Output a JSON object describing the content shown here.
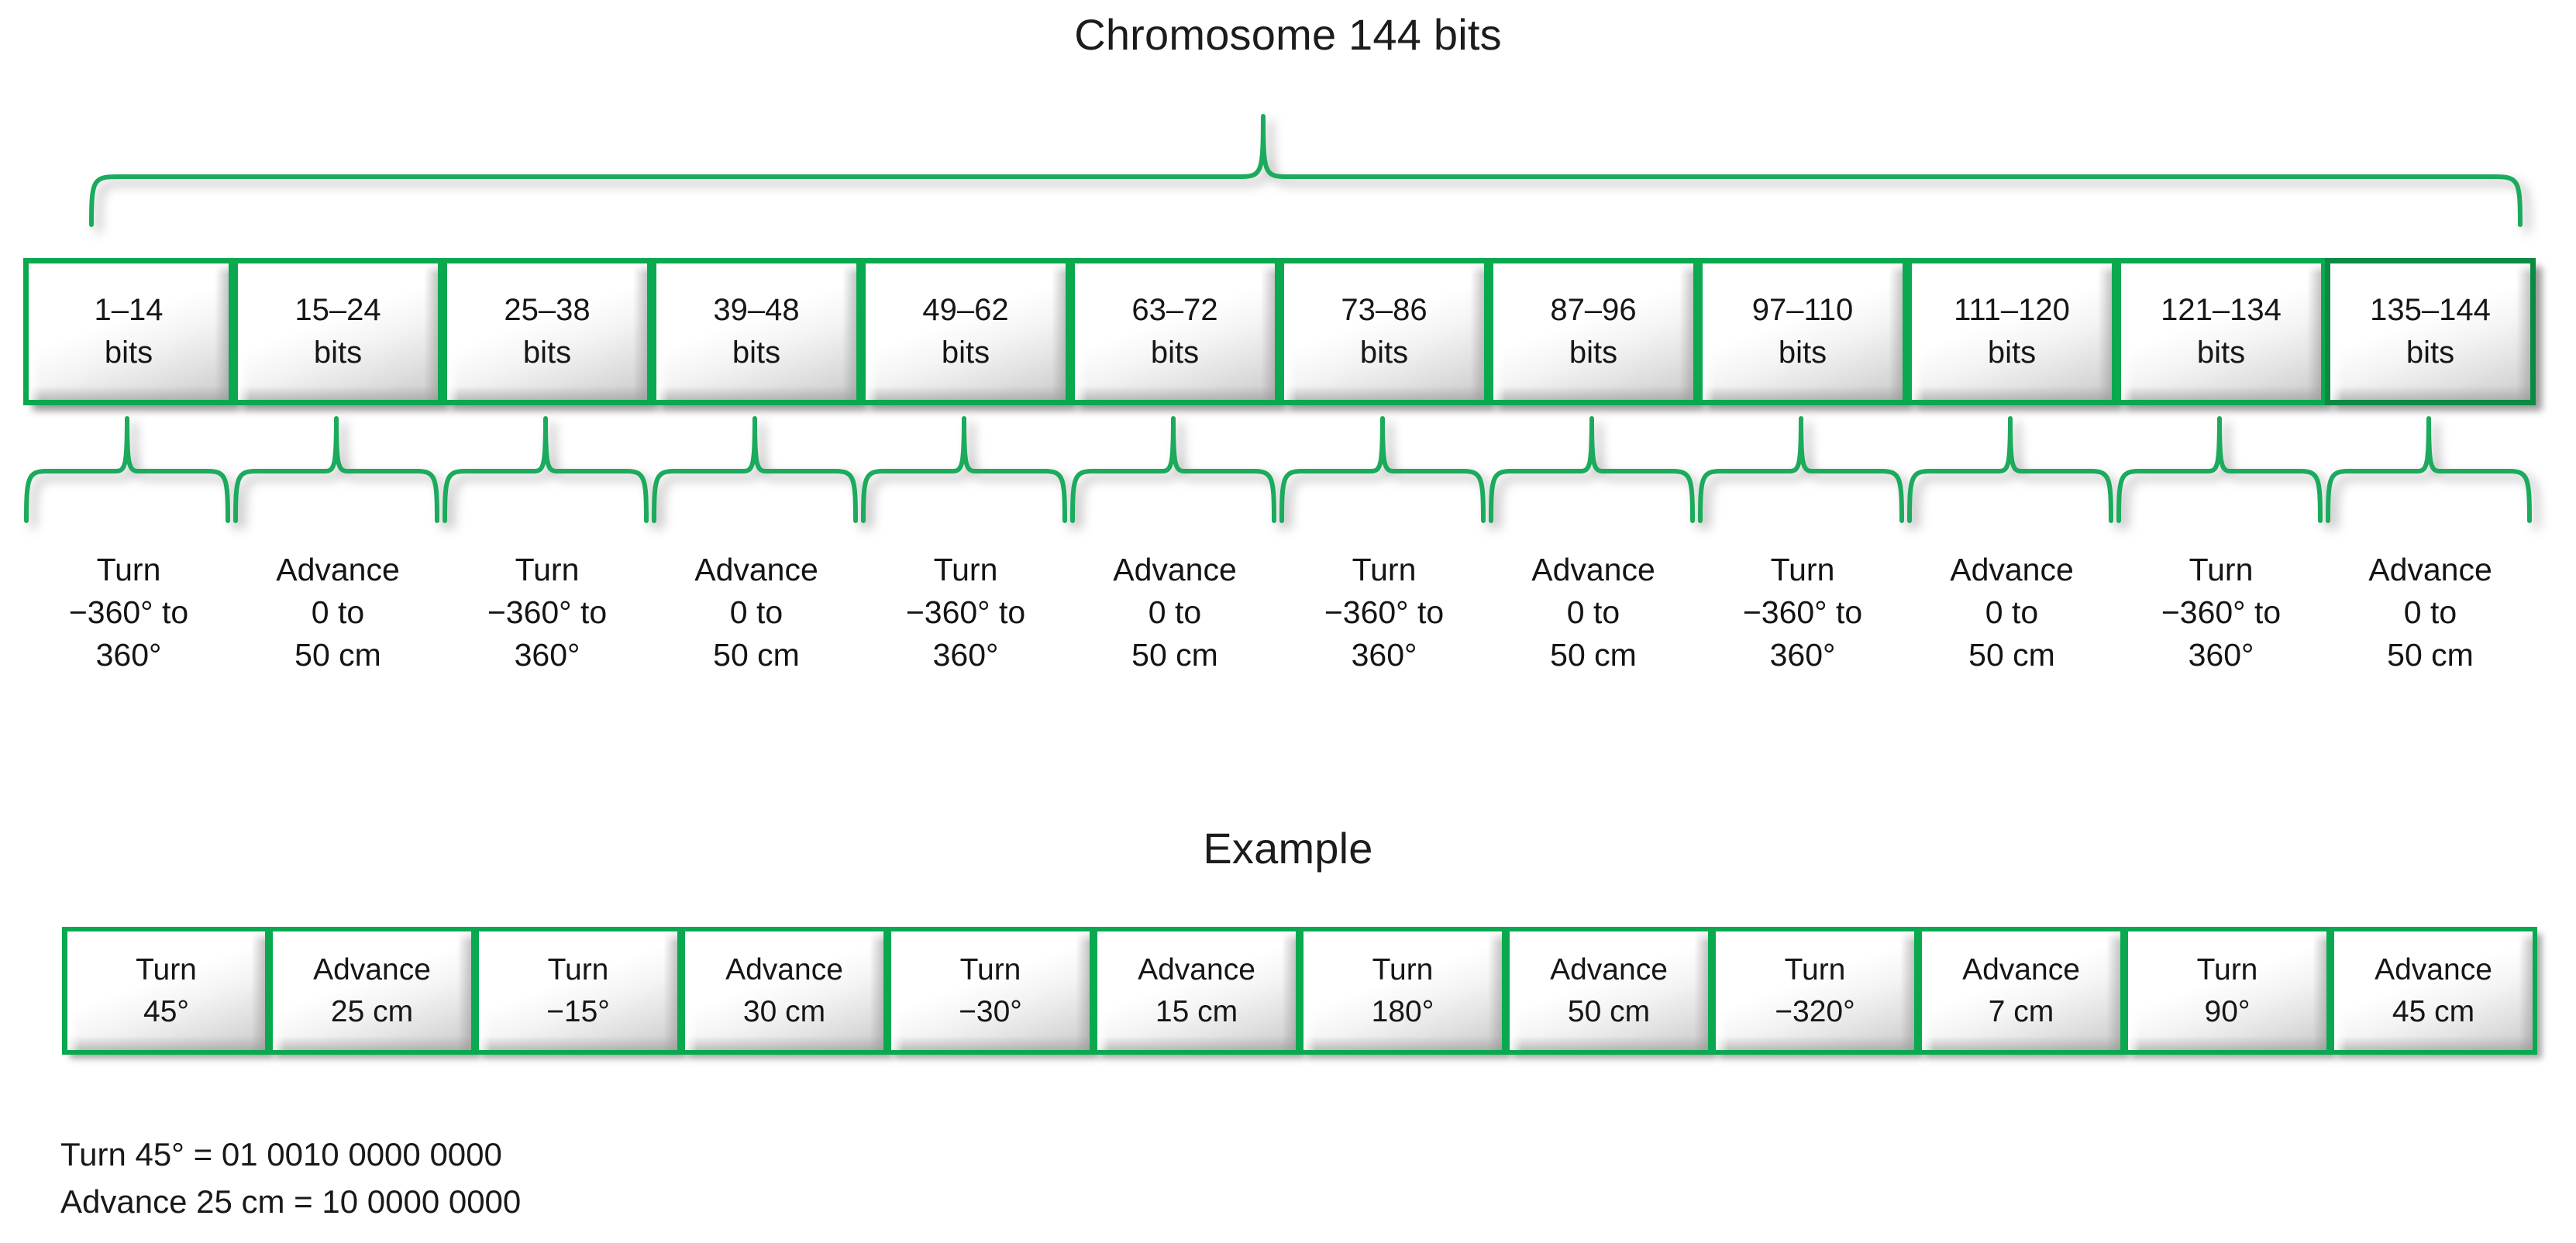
{
  "chromosome": {
    "title": "Chromosome 144 bits",
    "segments": [
      {
        "range": "1–14",
        "unit": "bits",
        "action": "Turn",
        "range_line1": "−360° to",
        "range_line2": "360°"
      },
      {
        "range": "15–24",
        "unit": "bits",
        "action": "Advance",
        "range_line1": "0 to",
        "range_line2": "50 cm"
      },
      {
        "range": "25–38",
        "unit": "bits",
        "action": "Turn",
        "range_line1": "−360° to",
        "range_line2": "360°"
      },
      {
        "range": "39–48",
        "unit": "bits",
        "action": "Advance",
        "range_line1": "0 to",
        "range_line2": "50 cm"
      },
      {
        "range": "49–62",
        "unit": "bits",
        "action": "Turn",
        "range_line1": "−360° to",
        "range_line2": "360°"
      },
      {
        "range": "63–72",
        "unit": "bits",
        "action": "Advance",
        "range_line1": "0 to",
        "range_line2": "50 cm"
      },
      {
        "range": "73–86",
        "unit": "bits",
        "action": "Turn",
        "range_line1": "−360° to",
        "range_line2": "360°"
      },
      {
        "range": "87–96",
        "unit": "bits",
        "action": "Advance",
        "range_line1": "0 to",
        "range_line2": "50 cm"
      },
      {
        "range": "97–110",
        "unit": "bits",
        "action": "Turn",
        "range_line1": "−360° to",
        "range_line2": "360°"
      },
      {
        "range": "111–120",
        "unit": "bits",
        "action": "Advance",
        "range_line1": "0 to",
        "range_line2": "50 cm"
      },
      {
        "range": "121–134",
        "unit": "bits",
        "action": "Turn",
        "range_line1": "−360° to",
        "range_line2": "360°"
      },
      {
        "range": "135–144",
        "unit": "bits",
        "action": "Advance",
        "range_line1": "0 to",
        "range_line2": "50 cm"
      }
    ]
  },
  "example": {
    "title": "Example",
    "segments": [
      {
        "action": "Turn",
        "value": "45°"
      },
      {
        "action": "Advance",
        "value": "25 cm"
      },
      {
        "action": "Turn",
        "value": "−15°"
      },
      {
        "action": "Advance",
        "value": "30 cm"
      },
      {
        "action": "Turn",
        "value": "−30°"
      },
      {
        "action": "Advance",
        "value": "15 cm"
      },
      {
        "action": "Turn",
        "value": "180°"
      },
      {
        "action": "Advance",
        "value": "50 cm"
      },
      {
        "action": "Turn",
        "value": "−320°"
      },
      {
        "action": "Advance",
        "value": "7 cm"
      },
      {
        "action": "Turn",
        "value": "90°"
      },
      {
        "action": "Advance",
        "value": "45 cm"
      }
    ],
    "caption_lines": [
      "Turn 45° = 01 0010 0000 0000",
      "Advance 25 cm = 10 0000 0000"
    ]
  },
  "colors": {
    "brace": "#1faa5c",
    "box_border": "#0aa94f",
    "box_border_dark": "#0b8a43",
    "text": "#1a1a1a"
  }
}
